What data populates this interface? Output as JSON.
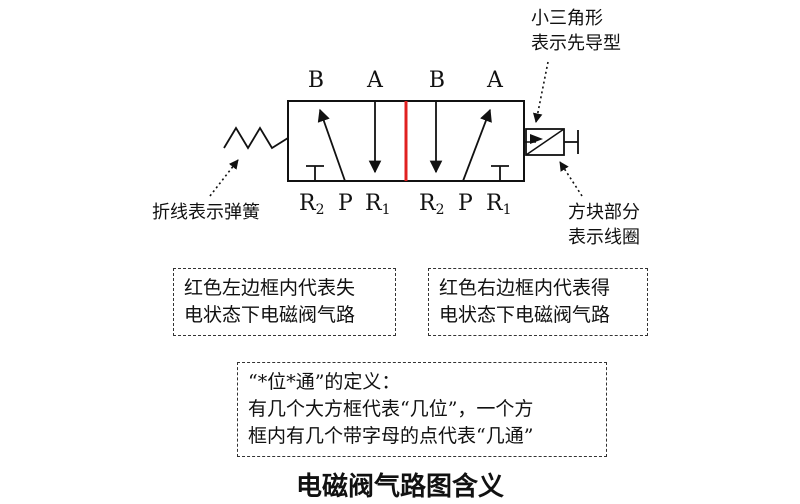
{
  "valve": {
    "top_ports": [
      "B",
      "A",
      "B",
      "A"
    ],
    "bottom_ports_left": {
      "r2": "R",
      "r2_sub": "2",
      "p": "P",
      "r1": "R",
      "r1_sub": "1"
    },
    "bottom_ports_right": {
      "r2": "R",
      "r2_sub": "2",
      "p": "P",
      "r1": "R",
      "r1_sub": "1"
    },
    "divider_color": "#e02020",
    "line_color": "#111111"
  },
  "callouts": {
    "pilot": [
      "小三角形",
      "表示先导型"
    ],
    "spring": "折线表示弹簧",
    "coil": [
      "方块部分",
      "表示线圈"
    ]
  },
  "notes": {
    "left_box": [
      "红色左边框内代表失",
      "电状态下电磁阀气路"
    ],
    "right_box": [
      "红色右边框内代表得",
      "电状态下电磁阀气路"
    ],
    "definition": [
      "“*位*通”的定义：",
      "有几个大方框代表“几位”，一个方",
      "框内有几个带字母的点代表“几通”"
    ]
  },
  "caption": "电磁阀气路图含义"
}
